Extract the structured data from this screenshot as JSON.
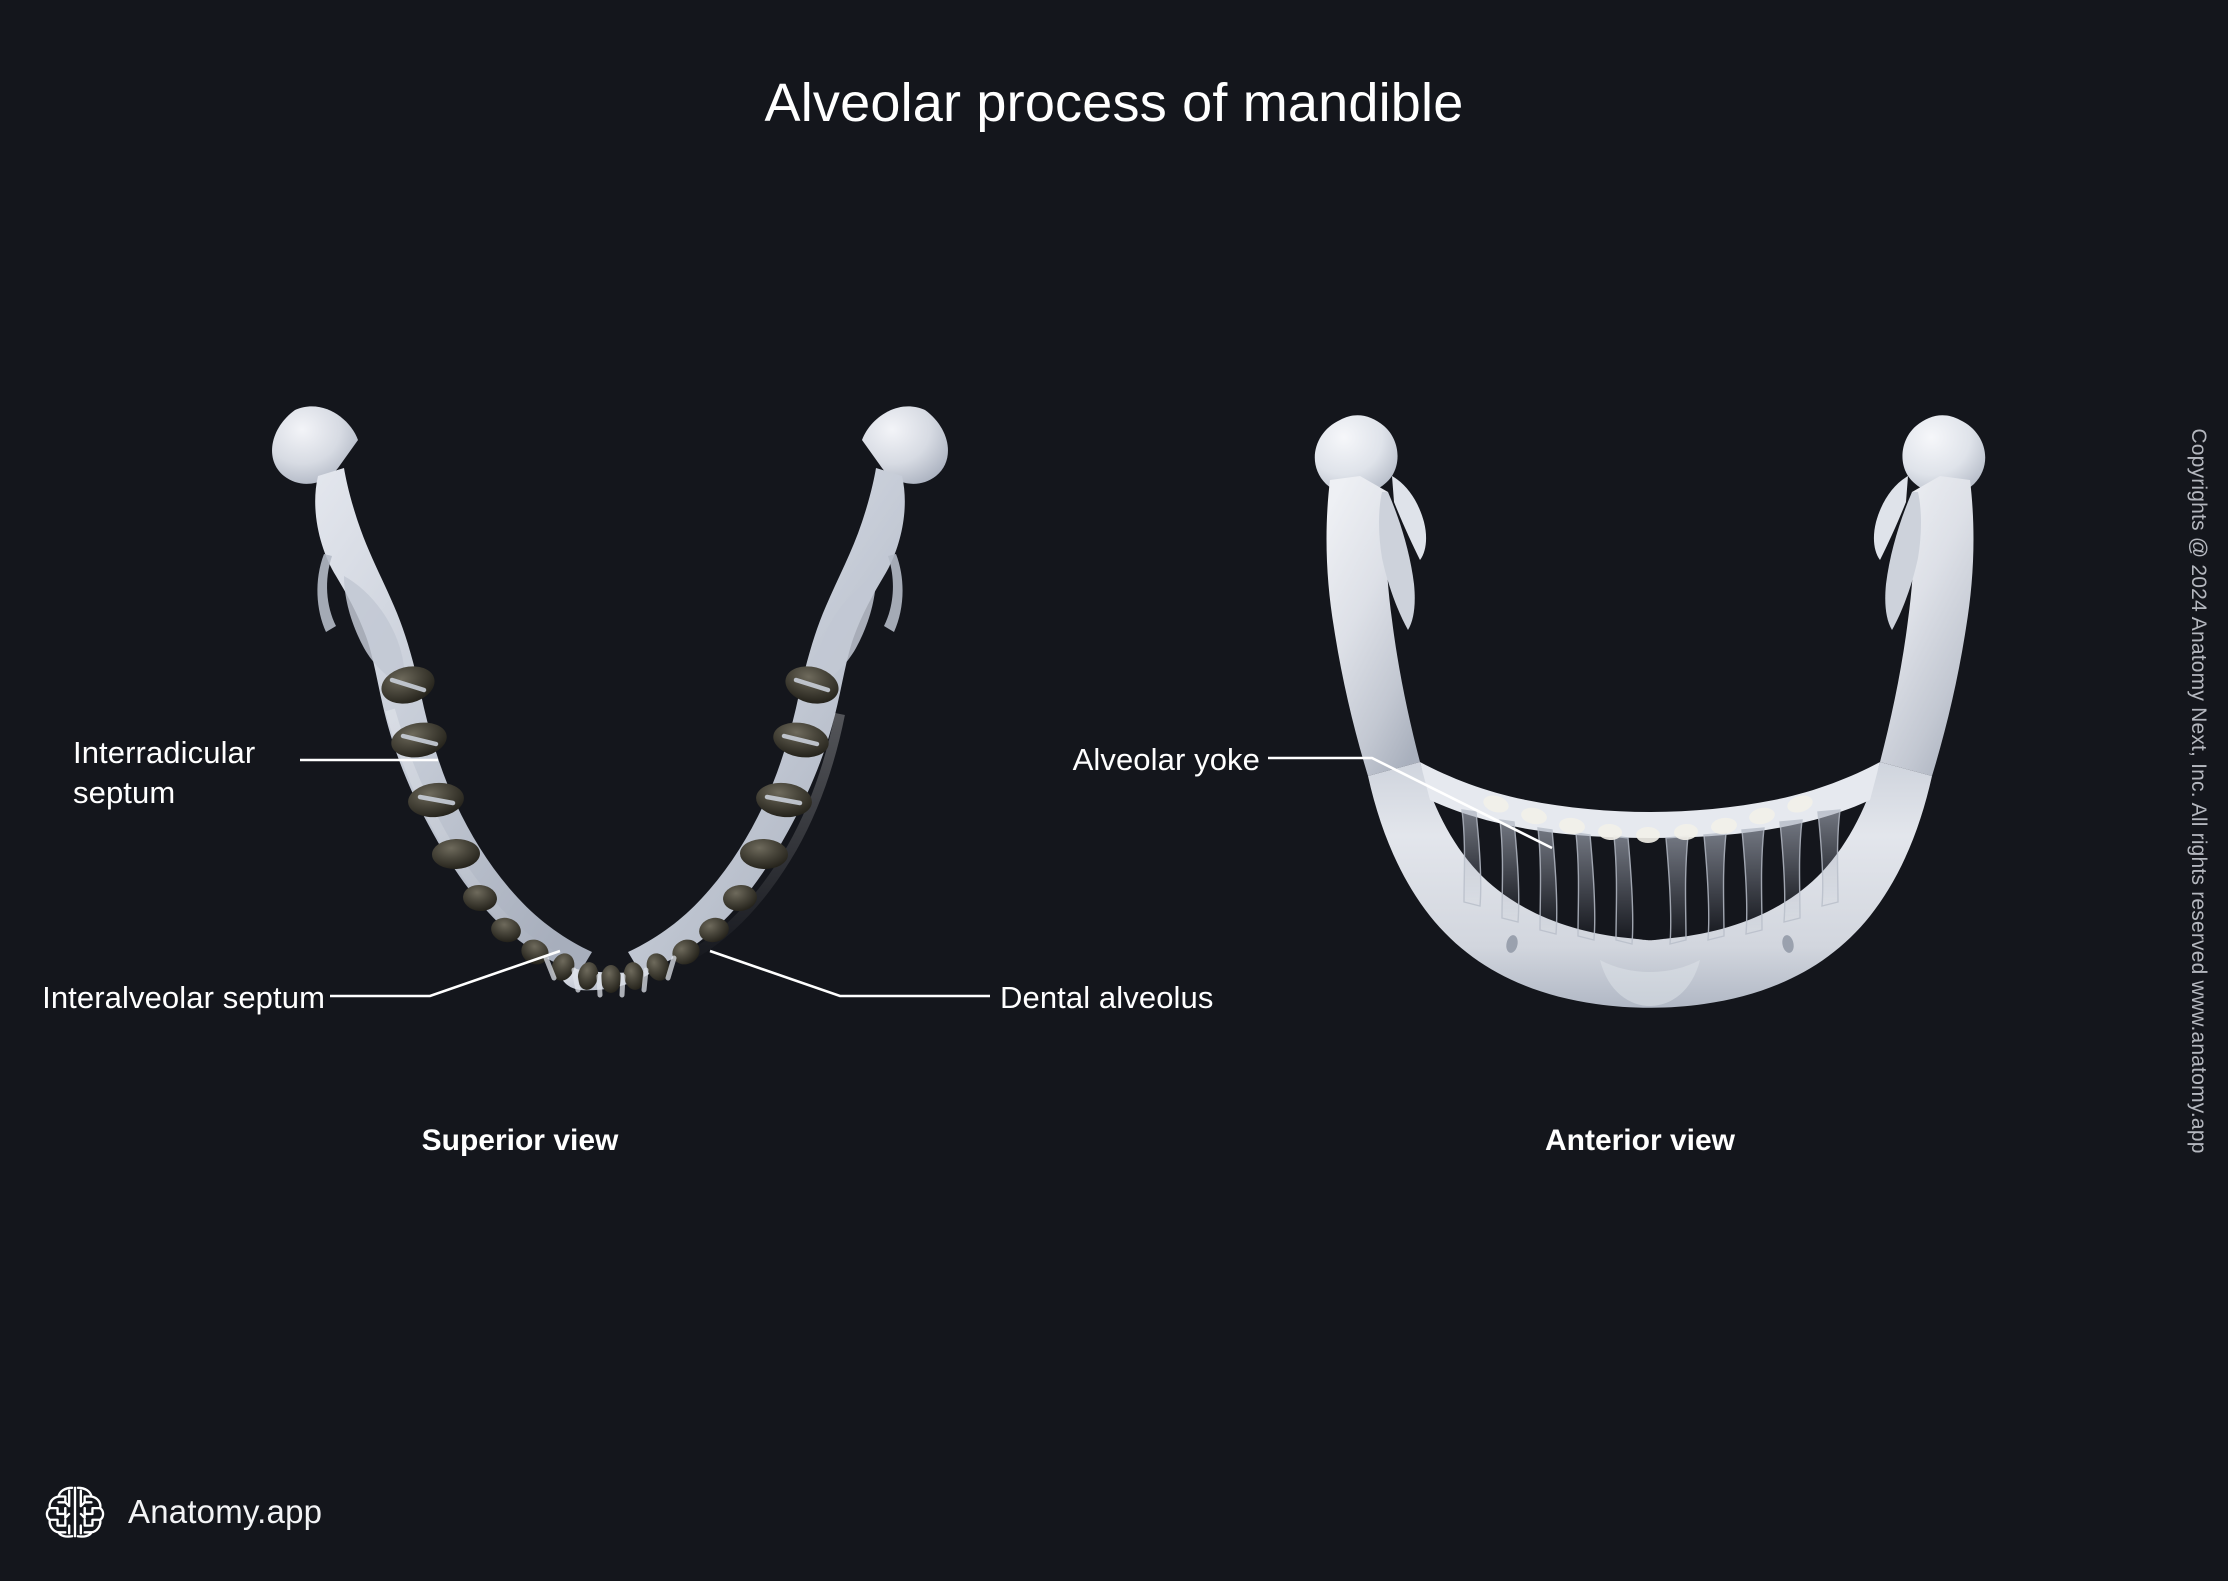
{
  "page": {
    "title": "Alveolar process of mandible",
    "background_color": "#14161c",
    "text_color": "#ffffff",
    "leader_line_color": "#ffffff",
    "copyright": "Copyrights @ 2024 Anatomy Next, Inc. All rights reserved www.anatomy.app"
  },
  "labels": {
    "interradicular_septum": "Interradicular\nseptum",
    "interalveolar_septum": "Interalveolar septum",
    "dental_alveolus": "Dental alveolus",
    "alveolar_yoke": "Alveolar yoke"
  },
  "captions": {
    "left_view": "Superior view",
    "right_view": "Anterior view"
  },
  "footer": {
    "brand": "Anatomy.app",
    "logo_icon": "brain-icon"
  },
  "figures": [
    {
      "name": "mandible-superior-view",
      "view": "Superior view",
      "structures": [
        "Interradicular septum",
        "Interalveolar septum",
        "Dental alveolus"
      ]
    },
    {
      "name": "mandible-anterior-view",
      "view": "Anterior view",
      "structures": [
        "Alveolar yoke"
      ]
    }
  ]
}
